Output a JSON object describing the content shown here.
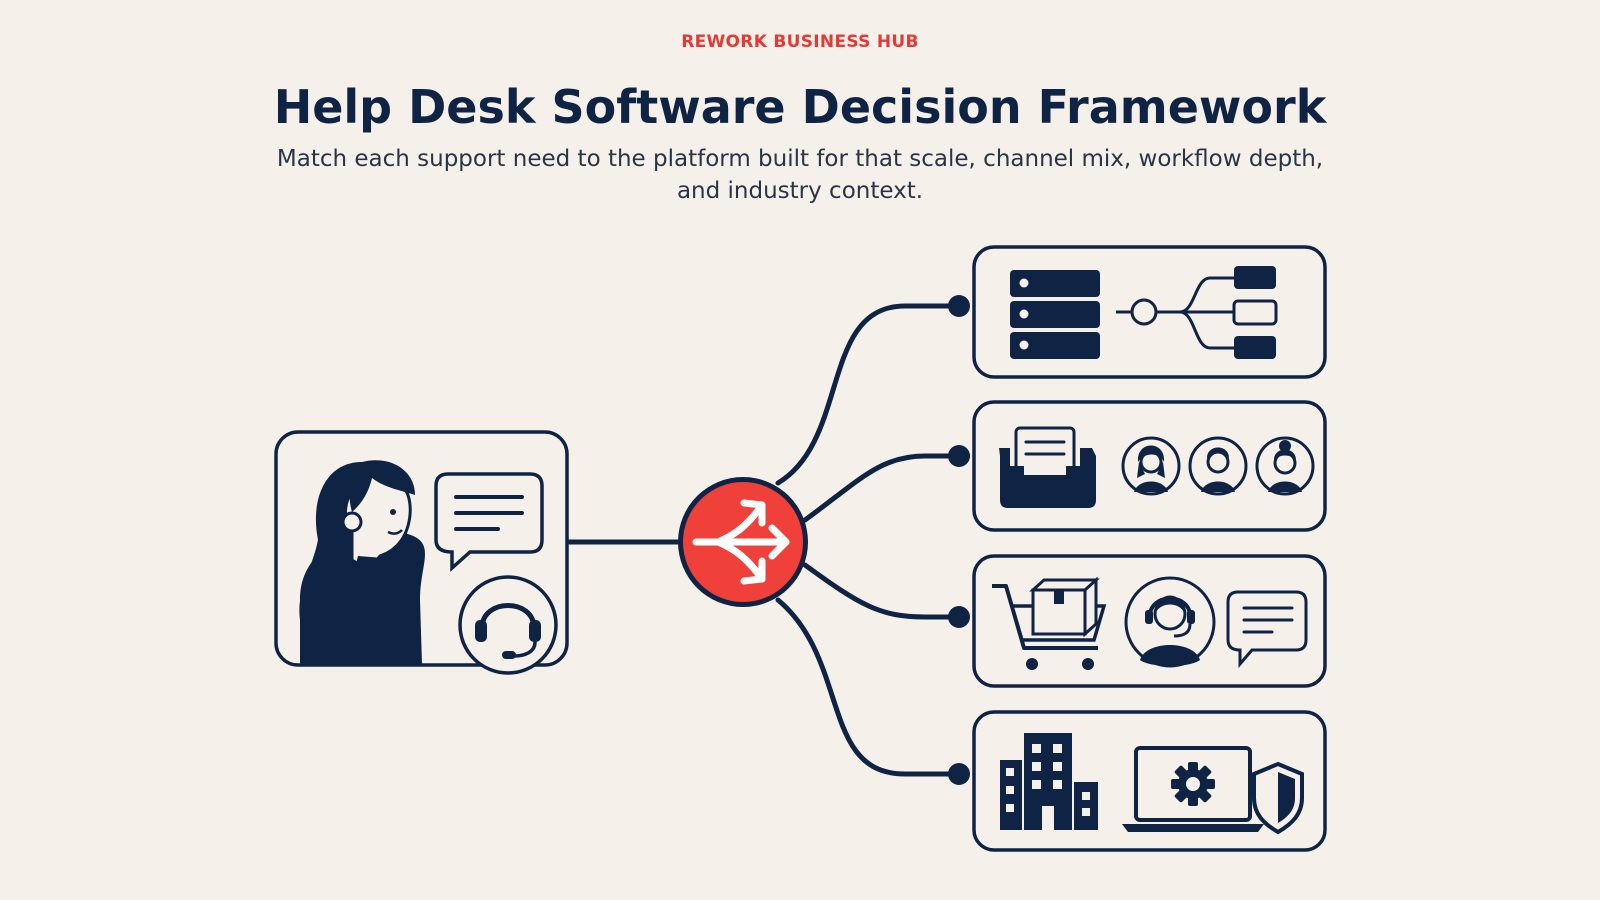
{
  "header": {
    "eyebrow": "REWORK BUSINESS HUB",
    "title": "Help Desk Software Decision Framework",
    "subtitle": "Match each support need to the platform built for that scale, channel mix, workflow depth, and industry context."
  },
  "colors": {
    "navy": "#0f2444",
    "accent": "#f0403a",
    "background": "#f5f1ea",
    "card": "#f5f1ea"
  },
  "diagram": {
    "source": {
      "icons": [
        "woman-agent-icon",
        "chat-bubble-icon",
        "headset-icon"
      ]
    },
    "hub": {
      "icon": "split-arrows-icon"
    },
    "branches": [
      {
        "icons": [
          "server-stack-icon",
          "workflow-tree-icon"
        ]
      },
      {
        "icons": [
          "inbox-tray-icon",
          "team-avatars-icon"
        ]
      },
      {
        "icons": [
          "shopping-cart-icon",
          "support-agent-icon",
          "chat-bubble-icon"
        ]
      },
      {
        "icons": [
          "office-building-icon",
          "laptop-gear-icon",
          "shield-icon"
        ]
      }
    ]
  }
}
